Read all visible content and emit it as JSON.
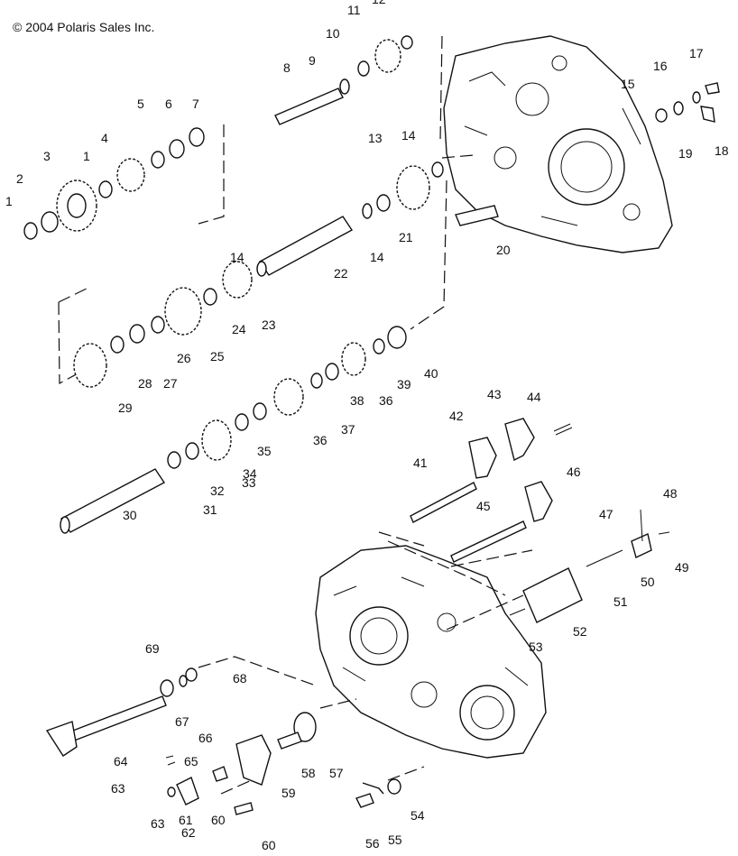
{
  "copyright": "© 2004 Polaris Sales Inc.",
  "callouts": [
    "1",
    "2",
    "3",
    "1",
    "4",
    "5",
    "6",
    "7",
    "8",
    "9",
    "10",
    "11",
    "12",
    "13",
    "14",
    "15",
    "16",
    "17",
    "18",
    "19",
    "20",
    "21",
    "22",
    "14",
    "14",
    "23",
    "24",
    "25",
    "26",
    "27",
    "28",
    "29",
    "30",
    "31",
    "32",
    "33",
    "34",
    "35",
    "36",
    "37",
    "38",
    "36",
    "39",
    "40",
    "41",
    "42",
    "43",
    "44",
    "45",
    "46",
    "47",
    "48",
    "49",
    "50",
    "51",
    "52",
    "53",
    "54",
    "55",
    "56",
    "57",
    "58",
    "59",
    "60",
    "60",
    "61",
    "62",
    "63",
    "63",
    "64",
    "65",
    "66",
    "67",
    "68",
    "69"
  ]
}
